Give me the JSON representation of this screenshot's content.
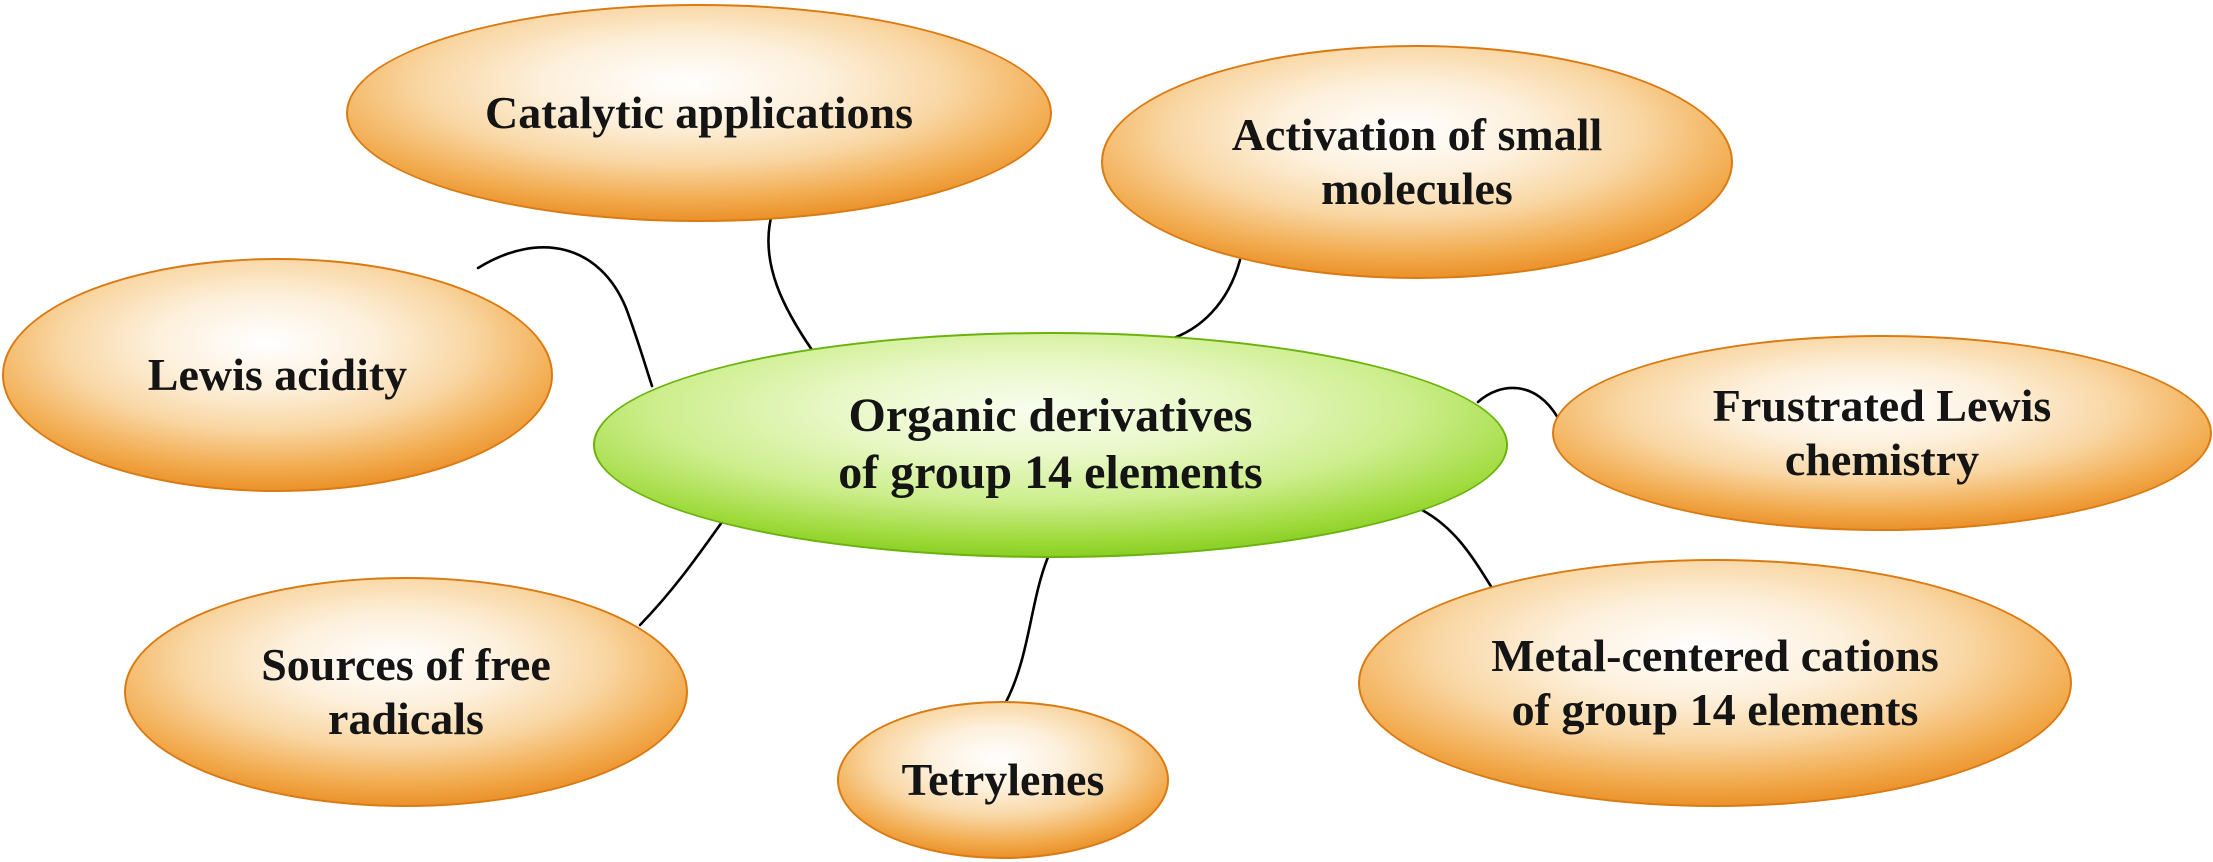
{
  "colors": {
    "center_fill": "#7cc616",
    "satellite_fill": "#ec8a1e",
    "connector": "#000000",
    "text": "#141414",
    "background": "#ffffff"
  },
  "center": {
    "label": "Organic derivatives of group 14 elements",
    "lines": [
      "Organic derivatives",
      "of group 14 elements"
    ]
  },
  "nodes": [
    {
      "label": "Catalytic applications",
      "lines": [
        "Catalytic applications"
      ]
    },
    {
      "label": "Activation of small molecules",
      "lines": [
        "Activation of small",
        "molecules"
      ]
    },
    {
      "label": "Lewis acidity",
      "lines": [
        "Lewis acidity"
      ]
    },
    {
      "label": "Frustrated Lewis chemistry",
      "lines": [
        "Frustrated Lewis",
        "chemistry"
      ]
    },
    {
      "label": "Sources of free radicals",
      "lines": [
        "Sources of free",
        "radicals"
      ]
    },
    {
      "label": "Tetrylenes",
      "lines": [
        "Tetrylenes"
      ]
    },
    {
      "label": "Metal-centered cations of group 14 elements",
      "lines": [
        "Metal-centered cations",
        "of group 14 elements"
      ]
    }
  ]
}
